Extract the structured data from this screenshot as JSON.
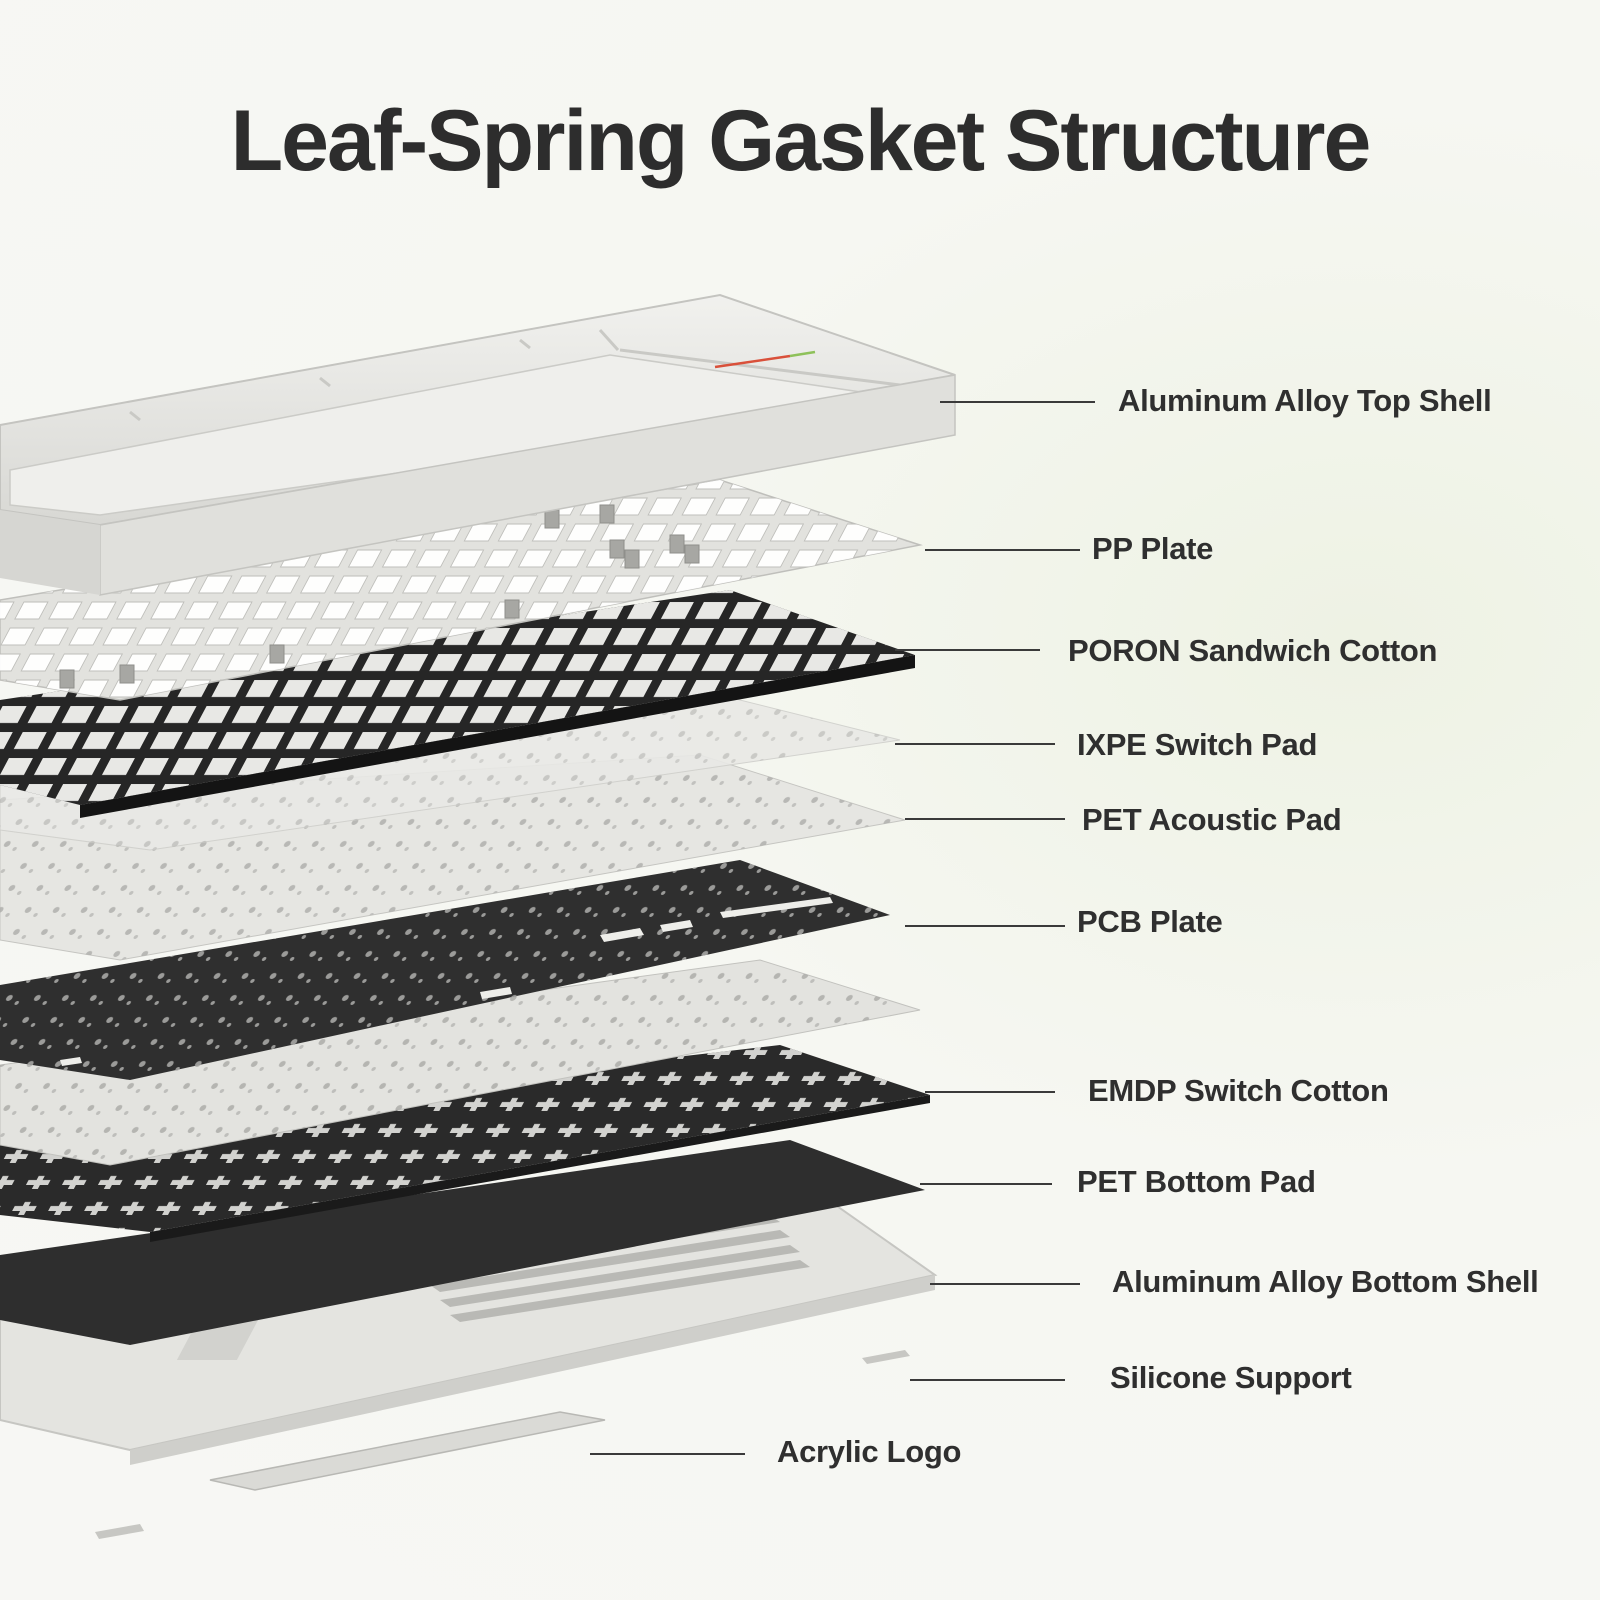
{
  "title": "Leaf-Spring Gasket Structure",
  "layers": [
    {
      "id": "top_shell",
      "label": "Aluminum Alloy Top Shell"
    },
    {
      "id": "pp_plate",
      "label": "PP Plate"
    },
    {
      "id": "poron",
      "label": "PORON Sandwich Cotton"
    },
    {
      "id": "ixpe",
      "label": "IXPE Switch Pad"
    },
    {
      "id": "pet_acoustic",
      "label": "PET Acoustic Pad"
    },
    {
      "id": "pcb",
      "label": "PCB Plate"
    },
    {
      "id": "emdp",
      "label": "EMDP Switch Cotton"
    },
    {
      "id": "pet_bottom",
      "label": "PET Bottom Pad"
    },
    {
      "id": "bottom_shell",
      "label": "Aluminum Alloy Bottom Shell"
    },
    {
      "id": "silicone",
      "label": "Silicone Support"
    },
    {
      "id": "acrylic_logo",
      "label": "Acrylic Logo"
    }
  ],
  "colors": {
    "title": "#2d2d2d",
    "label": "#2f2f2f",
    "leader_line": "#3a3a3a",
    "shell": "#e9e9e6",
    "dark_layer": "#2b2b2b",
    "light_layer": "#dcdcd8"
  }
}
